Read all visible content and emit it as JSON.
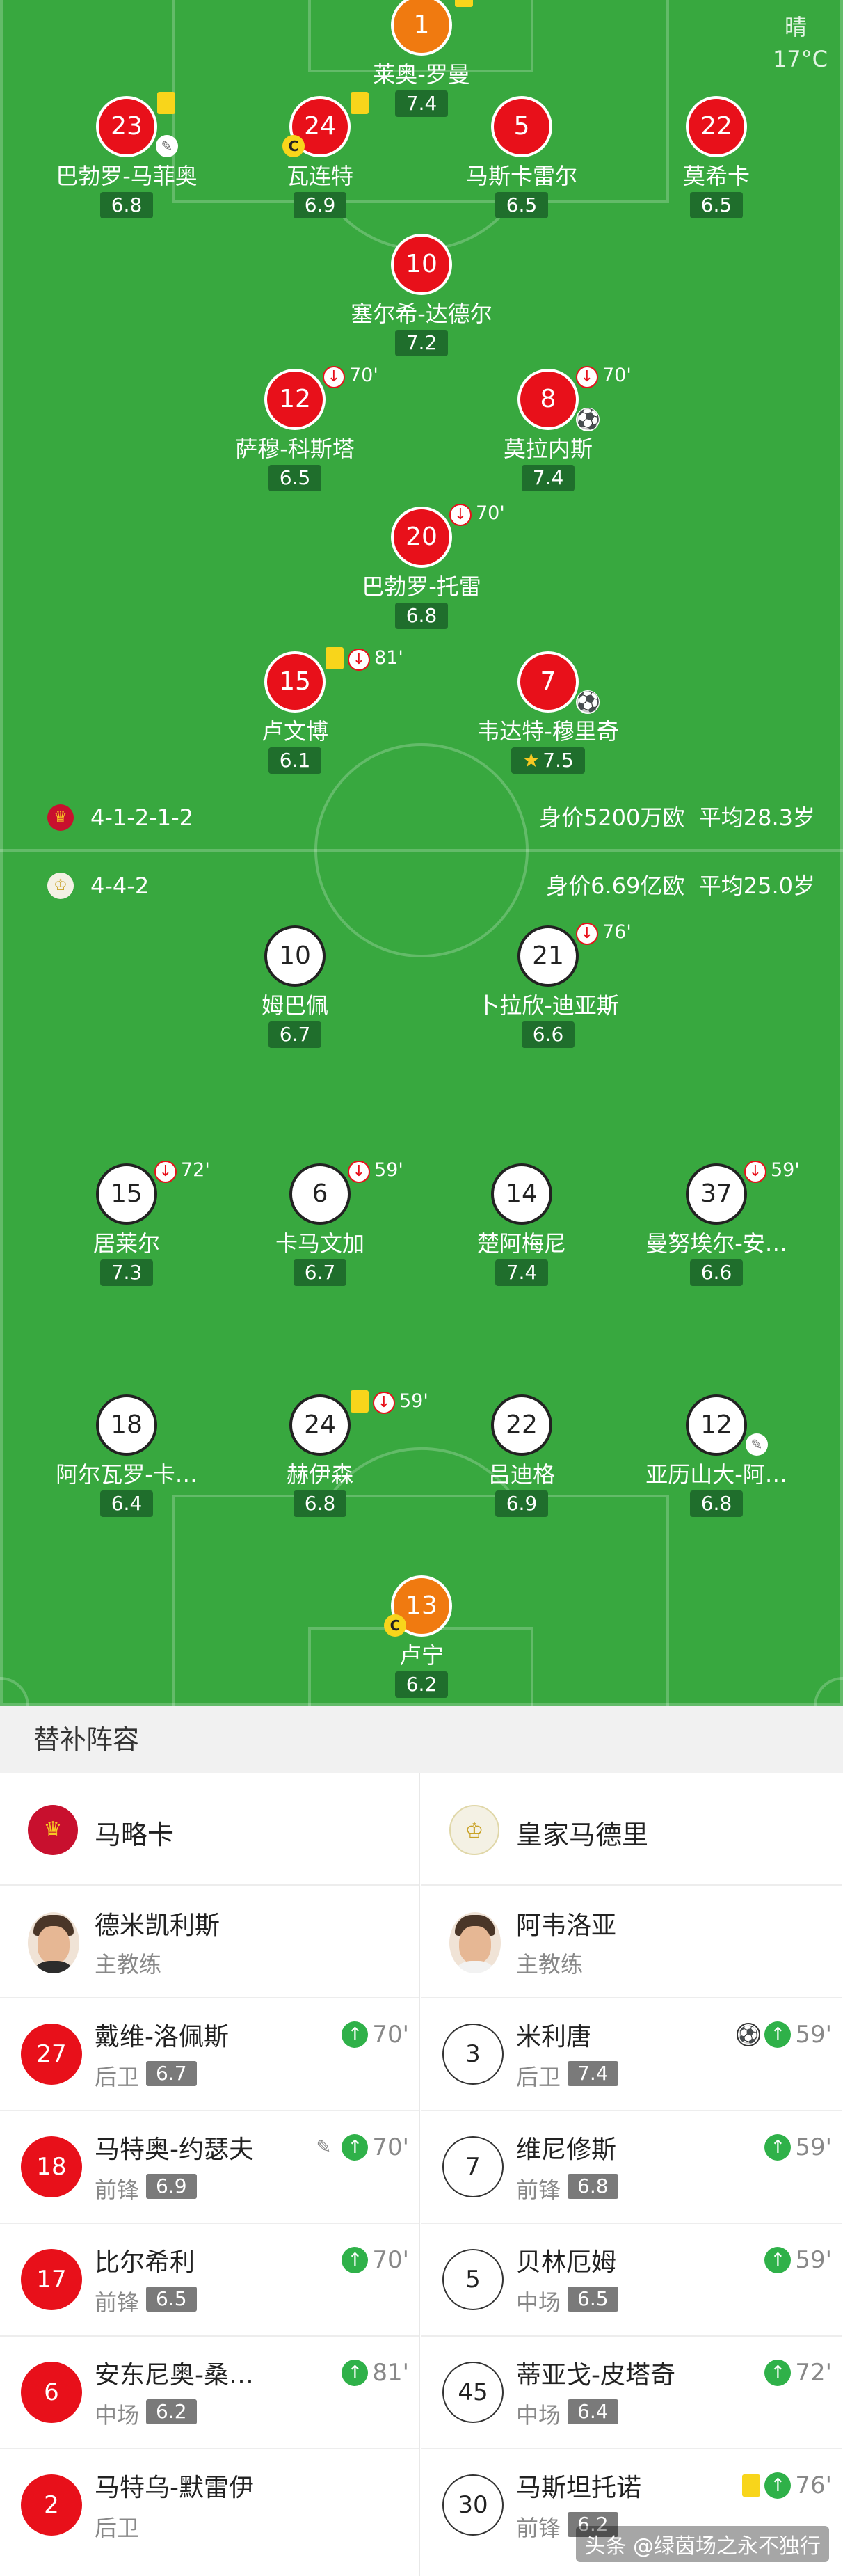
{
  "weather": {
    "condition": "晴",
    "temperature": "17°C"
  },
  "home_team": {
    "formation": "4-1-2-1-2",
    "market_value": "身价5200万欧",
    "avg_age": "平均28.3岁",
    "crest_icon": "mallorca-crest-icon",
    "players": [
      {
        "number": "1",
        "name": "莱奥-罗曼",
        "rating": "7.4",
        "color": "orange",
        "yellow_card": true
      },
      {
        "number": "23",
        "name": "巴勃罗-马菲奥",
        "rating": "6.8",
        "color": "red",
        "yellow_card": true,
        "assist": true
      },
      {
        "number": "24",
        "name": "瓦连特",
        "rating": "6.9",
        "color": "red",
        "yellow_card": true,
        "captain": true
      },
      {
        "number": "5",
        "name": "马斯卡雷尔",
        "rating": "6.5",
        "color": "red"
      },
      {
        "number": "22",
        "name": "莫希卡",
        "rating": "6.5",
        "color": "red"
      },
      {
        "number": "10",
        "name": "塞尔希-达德尔",
        "rating": "7.2",
        "color": "red"
      },
      {
        "number": "12",
        "name": "萨穆-科斯塔",
        "rating": "6.5",
        "color": "red",
        "sub_off": "70'"
      },
      {
        "number": "8",
        "name": "莫拉内斯",
        "rating": "7.4",
        "color": "red",
        "sub_off": "70'",
        "goal": true
      },
      {
        "number": "20",
        "name": "巴勃罗-托雷",
        "rating": "6.8",
        "color": "red",
        "sub_off": "70'"
      },
      {
        "number": "15",
        "name": "卢文博",
        "rating": "6.1",
        "color": "red",
        "sub_off": "81'",
        "yellow_card": true
      },
      {
        "number": "7",
        "name": "韦达特-穆里奇",
        "rating": "7.5",
        "color": "red",
        "goal": true,
        "star": true
      }
    ]
  },
  "away_team": {
    "formation": "4-4-2",
    "market_value": "身价6.69亿欧",
    "avg_age": "平均25.0岁",
    "crest_icon": "real-madrid-crest-icon",
    "players": [
      {
        "number": "10",
        "name": "姆巴佩",
        "rating": "6.7",
        "color": "white"
      },
      {
        "number": "21",
        "name": "卜拉欣-迪亚斯",
        "rating": "6.6",
        "color": "white",
        "sub_off": "76'"
      },
      {
        "number": "15",
        "name": "居莱尔",
        "rating": "7.3",
        "color": "white",
        "sub_off": "72'"
      },
      {
        "number": "6",
        "name": "卡马文加",
        "rating": "6.7",
        "color": "white",
        "sub_off": "59'"
      },
      {
        "number": "14",
        "name": "楚阿梅尼",
        "rating": "7.4",
        "color": "white"
      },
      {
        "number": "37",
        "name": "曼努埃尔-安…",
        "rating": "6.6",
        "color": "white",
        "sub_off": "59'"
      },
      {
        "number": "18",
        "name": "阿尔瓦罗-卡…",
        "rating": "6.4",
        "color": "white"
      },
      {
        "number": "24",
        "name": "赫伊森",
        "rating": "6.8",
        "color": "white",
        "sub_off": "59'",
        "yellow_card": true
      },
      {
        "number": "22",
        "name": "吕迪格",
        "rating": "6.9",
        "color": "white"
      },
      {
        "number": "12",
        "name": "亚历山大-阿…",
        "rating": "6.8",
        "color": "white",
        "assist": true
      },
      {
        "number": "13",
        "name": "卢宁",
        "rating": "6.2",
        "color": "orange",
        "captain": true
      }
    ]
  },
  "subs": {
    "title": "替补阵容",
    "home": {
      "team_name": "马略卡",
      "coach": {
        "name": "德米凯利斯",
        "role": "主教练"
      },
      "players": [
        {
          "number": "27",
          "name": "戴维-洛佩斯",
          "position": "后卫",
          "rating": "6.7",
          "minute": "70'",
          "up_icon": "sub-in-icon"
        },
        {
          "number": "18",
          "name": "马特奥-约瑟夫",
          "position": "前锋",
          "rating": "6.9",
          "minute": "70'",
          "assist": true
        },
        {
          "number": "17",
          "name": "比尔希利",
          "position": "前锋",
          "rating": "6.5",
          "minute": "70'"
        },
        {
          "number": "6",
          "name": "安东尼奥-桑…",
          "position": "中场",
          "rating": "6.2",
          "minute": "81'"
        },
        {
          "number": "2",
          "name": "马特乌-默雷伊",
          "position": "后卫",
          "rating": "",
          "minute": ""
        }
      ]
    },
    "away": {
      "team_name": "皇家马德里",
      "coach": {
        "name": "阿韦洛亚",
        "role": "主教练"
      },
      "players": [
        {
          "number": "3",
          "name": "米利唐",
          "position": "后卫",
          "rating": "7.4",
          "minute": "59'",
          "goal": true
        },
        {
          "number": "7",
          "name": "维尼修斯",
          "position": "前锋",
          "rating": "6.8",
          "minute": "59'"
        },
        {
          "number": "5",
          "name": "贝林厄姆",
          "position": "中场",
          "rating": "6.5",
          "minute": "59'"
        },
        {
          "number": "45",
          "name": "蒂亚戈-皮塔奇",
          "position": "中场",
          "rating": "6.4",
          "minute": "72'"
        },
        {
          "number": "30",
          "name": "马斯坦托诺",
          "position": "前锋",
          "rating": "6.2",
          "minute": "76'",
          "yellow_card": true
        }
      ]
    }
  },
  "watermark": "头条 @绿茵场之永不独行",
  "colors": {
    "pitch": "#38a83f",
    "home": "#e8101a",
    "keeper": "#f07a10",
    "sub_in": "#2fb149",
    "card": "#f8d51b"
  }
}
